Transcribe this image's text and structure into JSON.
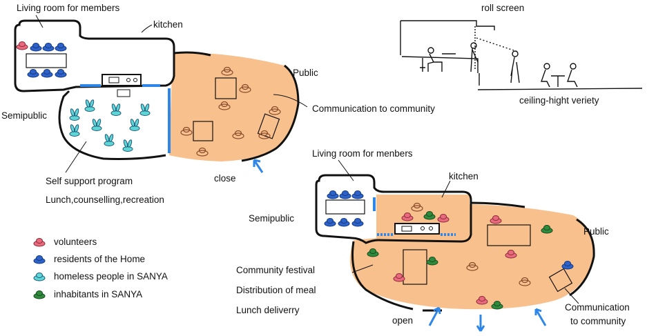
{
  "diagram1": {
    "living_room": "Living room for members",
    "kitchen": "kitchen",
    "semipublic": "Semipublic",
    "public": "Public",
    "communication": "Communication to  community",
    "self_support": "Self support program",
    "lunch": "Lunch,counselling,recreation",
    "close": "close"
  },
  "section": {
    "roll_screen": "roll screen",
    "ceiling": "ceiling-hight  veriety"
  },
  "diagram2": {
    "living_room": "Living room for menbers",
    "kitchen": "kitchen",
    "semipublic": "Semipublic",
    "public": "Public",
    "community_festival": "Community  festival",
    "distribution": "Distribution of meal",
    "lunch_delivery": "Lunch   deliverry",
    "open": "open",
    "communication_line1": "Communication",
    "communication_line2": "to community"
  },
  "legend": [
    {
      "label": "volunteers",
      "color": "#e86a7c"
    },
    {
      "label": "residents of the Home",
      "color": "#2f62c8"
    },
    {
      "label": "homeless people in SANYA",
      "color": "#5fd6d6"
    },
    {
      "label": "inhabitants in SANYA",
      "color": "#2f8a3c"
    }
  ],
  "colors": {
    "public_area": "#f8c08d",
    "partition": "#2e86e8",
    "outline": "#111111"
  }
}
